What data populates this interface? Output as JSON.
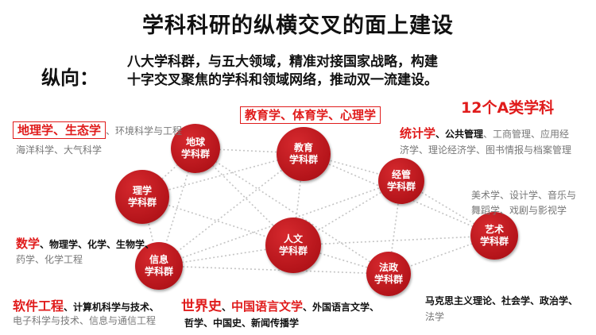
{
  "title": "学科科研的纵横交叉的面上建设",
  "vertical_label": "纵向：",
  "description": [
    "八大学科群，与五大领域，精准对接国家战略，构建",
    "十字交叉聚焦的学科和领域网络，推动双一流建设。"
  ],
  "category_count": "12个A类学科",
  "nodes": [
    {
      "id": "diqiu",
      "line1": "地球",
      "line2": "学科群"
    },
    {
      "id": "lixue",
      "line1": "理学",
      "line2": "学科群"
    },
    {
      "id": "xinxi",
      "line1": "信息",
      "line2": "学科群"
    },
    {
      "id": "jiaoyu",
      "line1": "教育",
      "line2": "学科群"
    },
    {
      "id": "renwen",
      "line1": "人文",
      "line2": "学科群"
    },
    {
      "id": "jingguan",
      "line1": "经管",
      "line2": "学科群"
    },
    {
      "id": "fazheng",
      "line1": "法政",
      "line2": "学科群"
    },
    {
      "id": "yishu",
      "line1": "艺术",
      "line2": "学科群"
    }
  ],
  "labels": {
    "geo_boxed": "地理学、生态学",
    "geo_line1_rest": "、环境科学与工程",
    "geo_line2": "海洋科学、大气科学",
    "edu_boxed": "教育学、体育学、心理学",
    "econ_red": "统计学",
    "econ_blk": "、公共管理",
    "econ_gry1": "、工商管理、应用经",
    "econ_line2": "济学、理论经济学、图书情报与档案管理",
    "art_line1": "美术学、设计学、音乐与",
    "art_line2": "舞蹈学、戏剧与影视学",
    "sci_red": "数学",
    "sci_blk": "、物理学、化学、生物学、",
    "sci_line2": "药学、化学工程",
    "info_red": "软件工程",
    "info_blk": "、计算机科学与技术、",
    "info_line2": "电子科学与技术、信息与通信工程",
    "hum_red1": "世界史",
    "hum_sep1": "、",
    "hum_red2": "中国语言文学",
    "hum_blk1": "、外国语言文学、",
    "hum_line2": "哲学、中国史、新闻传播学",
    "law_line1": "马克思主义理论、社会学、政治学、",
    "law_line2": "法学"
  },
  "colors": {
    "accent": "#e01b1b",
    "node": "#b4141a",
    "dotted_line": "#c8c8c8"
  }
}
